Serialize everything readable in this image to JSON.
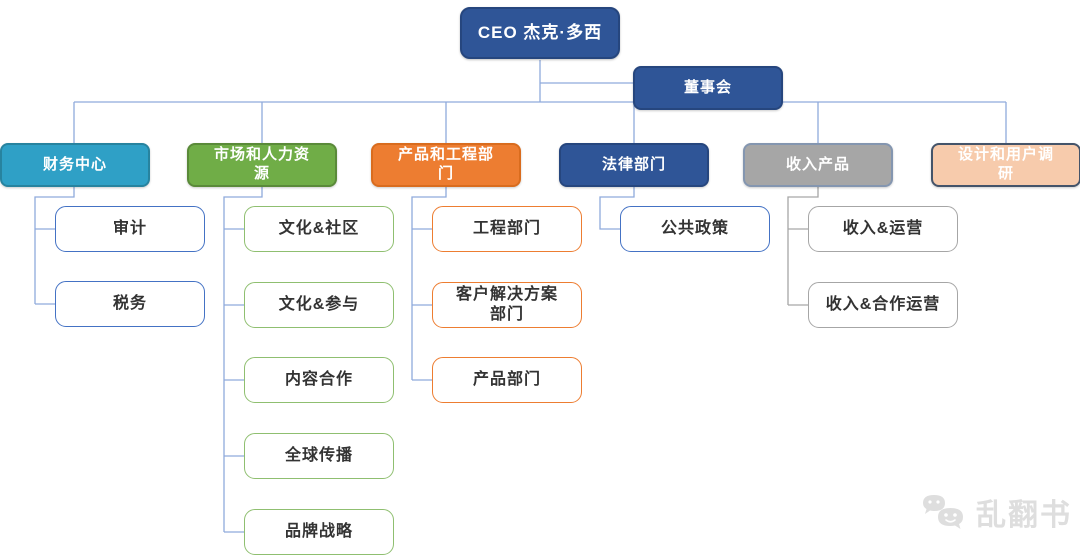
{
  "chart": {
    "type": "org-chart",
    "ceo": {
      "label": "CEO 杰克·多西"
    },
    "board": {
      "label": "董事会"
    },
    "departments": [
      {
        "label": "财务中心",
        "color": "#2FA0C6",
        "children": [
          "审计",
          "税务"
        ]
      },
      {
        "label": "市场和人力资\n源",
        "color": "#70AD47",
        "children": [
          "文化&社区",
          "文化&参与",
          "内容合作",
          "全球传播",
          "品牌战略"
        ]
      },
      {
        "label": "产品和工程部\n门",
        "color": "#ED7D31",
        "children": [
          "工程部门",
          "客户解决方案\n部门",
          "产品部门"
        ]
      },
      {
        "label": "法律部门",
        "color": "#2F5597",
        "children": [
          "公共政策"
        ]
      },
      {
        "label": "收入产品",
        "color": "#A6A6A6",
        "children": [
          "收入&运营",
          "收入&合作运营"
        ]
      },
      {
        "label": "设计和用户调\n研",
        "color": "#F7CBAC",
        "children": []
      }
    ]
  },
  "colors": {
    "node_dark_blue": "#2F5597",
    "node_teal": "#2FA0C6",
    "node_green": "#70AD47",
    "node_orange": "#ED7D31",
    "node_gray": "#A6A6A6",
    "node_peach": "#F7CBAC",
    "child_outline_blue": "#4472C4",
    "child_outline_green": "#8FBF70",
    "child_outline_orange": "#ED7D31",
    "child_outline_gray": "#A6A6A6",
    "connector_blue": "#8FAADC",
    "connector_gray": "#A6A6A6"
  },
  "watermark": {
    "label": "乱翻书",
    "icon": "chat-bubbles-icon"
  }
}
